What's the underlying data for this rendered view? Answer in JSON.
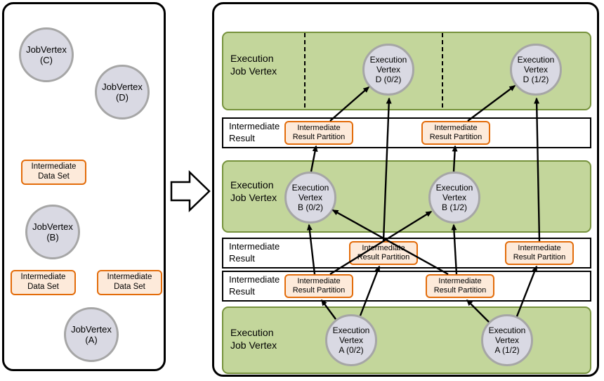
{
  "colors": {
    "green-fill": "#c3d69b",
    "green-border": "#76923c",
    "circle-fill": "#d9d9e3",
    "circle-border": "#a6a6a6",
    "partition-fill": "#fdeada",
    "partition-border": "#e36c0a"
  },
  "job_graph": {
    "vertices": {
      "c": "JobVertex\n(C)",
      "d": "JobVertex\n(D)",
      "b": "JobVertex\n(B)",
      "a": "JobVertex\n(A)"
    },
    "datasets": {
      "top": "Intermediate\nData Set",
      "left": "Intermediate\nData Set",
      "right": "Intermediate\nData Set"
    }
  },
  "execution_graph": {
    "labels": {
      "execution_job_vertex": "Execution\nJob Vertex",
      "intermediate_result": "Intermediate\nResult",
      "intermediate_result_partition": "Intermediate\nResult Partition"
    },
    "vertices": {
      "d0": "Execution\nVertex\nD (0/2)",
      "d1": "Execution\nVertex\nD (1/2)",
      "b0": "Execution\nVertex\nB (0/2)",
      "b1": "Execution\nVertex\nB (1/2)",
      "a0": "Execution\nVertex\nA (0/2)",
      "a1": "Execution\nVertex\nA (1/2)"
    }
  }
}
